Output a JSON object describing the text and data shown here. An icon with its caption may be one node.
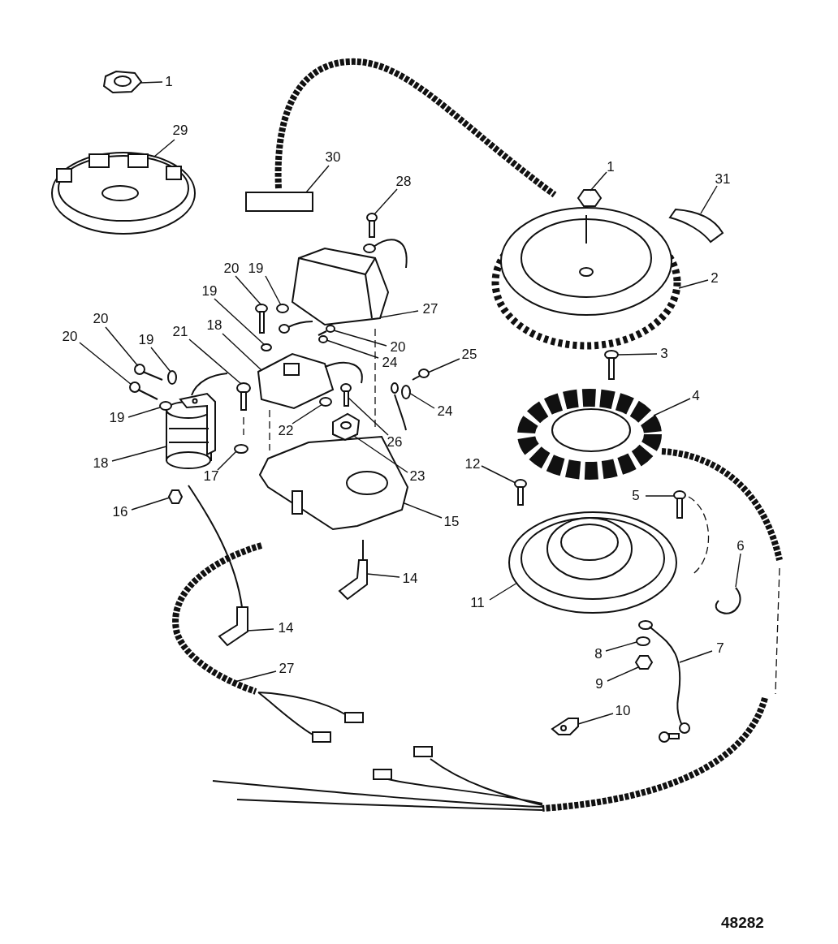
{
  "diagram": {
    "nodes": [
      {
        "text": [
          "1"
        ]
      },
      {
        "text": [
          "29"
        ]
      },
      {
        "text": [
          "30"
        ]
      },
      {
        "text": [
          "1"
        ]
      },
      {
        "text": [
          "31"
        ]
      },
      {
        "text": [
          "28"
        ]
      },
      {
        "text": [
          "20"
        ]
      },
      {
        "text": [
          "19"
        ]
      },
      {
        "text": [
          "2"
        ]
      },
      {
        "text": [
          "19"
        ]
      },
      {
        "text": [
          "27"
        ]
      },
      {
        "text": [
          "20"
        ]
      },
      {
        "text": [
          "18"
        ]
      },
      {
        "text": [
          "21"
        ]
      },
      {
        "text": [
          "20"
        ]
      },
      {
        "text": [
          "19"
        ]
      },
      {
        "text": [
          "20"
        ]
      },
      {
        "text": [
          "3"
        ]
      },
      {
        "text": [
          "25"
        ]
      },
      {
        "text": [
          "24"
        ]
      },
      {
        "text": [
          "4"
        ]
      },
      {
        "text": [
          "24"
        ]
      },
      {
        "text": [
          "19"
        ]
      },
      {
        "text": [
          "22"
        ]
      },
      {
        "text": [
          "26"
        ]
      },
      {
        "text": [
          "18"
        ]
      },
      {
        "text": [
          "12"
        ]
      },
      {
        "text": [
          "17"
        ]
      },
      {
        "text": [
          "23"
        ]
      },
      {
        "text": [
          "5"
        ]
      },
      {
        "text": [
          "16"
        ]
      },
      {
        "text": [
          "15"
        ]
      },
      {
        "text": [
          "6"
        ]
      },
      {
        "text": [
          "14"
        ]
      },
      {
        "text": [
          "11"
        ]
      },
      {
        "text": [
          "14"
        ]
      },
      {
        "text": [
          "8"
        ]
      },
      {
        "text": [
          "7"
        ]
      },
      {
        "text": [
          "27"
        ]
      },
      {
        "text": [
          "9"
        ]
      },
      {
        "text": [
          "10"
        ]
      },
      {
        "text": [],
        "shape": "picture"
      },
      {
        "text": [],
        "shape": "picture"
      },
      {
        "text": [],
        "shape": "box"
      },
      {
        "text": [],
        "shape": "hexagon"
      },
      {
        "text": [],
        "shape": "picture"
      },
      {
        "text": [],
        "shape": "picture"
      },
      {
        "text": [],
        "shape": "picture"
      },
      {
        "text": [],
        "shape": "circle"
      },
      {
        "text": [],
        "shape": "picture"
      },
      {
        "text": [],
        "shape": "circle"
      },
      {
        "text": [],
        "shape": "picture"
      },
      {
        "text": [],
        "shape": "picture"
      },
      {
        "text": [],
        "shape": "picture"
      },
      {
        "text": [],
        "shape": "picture"
      },
      {
        "text": [],
        "shape": "picture"
      },
      {
        "text": [],
        "shape": "circle"
      },
      {
        "text": [],
        "shape": "picture"
      },
      {
        "text": [],
        "shape": "picture"
      },
      {
        "text": [],
        "shape": "picture"
      },
      {
        "text": [],
        "shape": "circle"
      },
      {
        "text": [],
        "shape": "picture"
      },
      {
        "text": [],
        "shape": "circle"
      },
      {
        "text": [],
        "shape": "circle"
      },
      {
        "text": [],
        "shape": "circle"
      },
      {
        "text": [],
        "shape": "picture"
      },
      {
        "text": [],
        "shape": "picture"
      },
      {
        "text": [],
        "shape": "picture"
      },
      {
        "text": [],
        "shape": "circle"
      },
      {
        "text": [],
        "shape": "picture"
      },
      {
        "text": [],
        "shape": "picture"
      },
      {
        "text": [],
        "shape": "hexagon"
      },
      {
        "text": [],
        "shape": "picture"
      },
      {
        "text": [],
        "shape": "picture"
      },
      {
        "text": [],
        "shape": "picture"
      },
      {
        "text": [],
        "shape": "picture"
      },
      {
        "text": [],
        "shape": "picture"
      },
      {
        "text": [],
        "shape": "circle"
      },
      {
        "text": [],
        "shape": "picture"
      },
      {
        "text": [],
        "shape": "picture"
      },
      {
        "text": [],
        "shape": "hexagon"
      },
      {
        "text": [],
        "shape": "picture"
      }
    ],
    "edges": [
      {
        "from": 0,
        "to": 41,
        "arrow": "none"
      },
      {
        "from": 1,
        "to": 42,
        "arrow": "none"
      },
      {
        "from": 2,
        "to": 43,
        "arrow": "none"
      },
      {
        "from": 3,
        "to": 44,
        "arrow": "none"
      },
      {
        "from": 4,
        "to": 45,
        "arrow": "none"
      },
      {
        "from": 5,
        "to": 46,
        "arrow": "none"
      },
      {
        "from": 6,
        "to": 47,
        "arrow": "none"
      },
      {
        "from": 7,
        "to": 48,
        "arrow": "none"
      },
      {
        "from": 8,
        "to": 49,
        "arrow": "none"
      },
      {
        "from": 9,
        "to": 50,
        "arrow": "none"
      },
      {
        "from": 10,
        "to": 51,
        "arrow": "none"
      },
      {
        "from": 11,
        "to": 52,
        "arrow": "none"
      },
      {
        "from": 12,
        "to": 53,
        "arrow": "none"
      },
      {
        "from": 13,
        "to": 54,
        "arrow": "none"
      },
      {
        "from": 14,
        "to": 55,
        "arrow": "none"
      },
      {
        "from": 15,
        "to": 56,
        "arrow": "none"
      },
      {
        "from": 16,
        "to": 57,
        "arrow": "none"
      },
      {
        "from": 17,
        "to": 58,
        "arrow": "none"
      },
      {
        "from": 18,
        "to": 59,
        "arrow": "none"
      },
      {
        "from": 19,
        "to": 60,
        "arrow": "none"
      },
      {
        "from": 20,
        "to": 61,
        "arrow": "none"
      },
      {
        "from": 21,
        "to": 62,
        "arrow": "none"
      },
      {
        "from": 22,
        "to": 63,
        "arrow": "none"
      },
      {
        "from": 23,
        "to": 64,
        "arrow": "none"
      },
      {
        "from": 24,
        "to": 65,
        "arrow": "none"
      },
      {
        "from": 25,
        "to": 66,
        "arrow": "none"
      },
      {
        "from": 26,
        "to": 67,
        "arrow": "none"
      },
      {
        "from": 27,
        "to": 68,
        "arrow": "none"
      },
      {
        "from": 28,
        "to": 69,
        "arrow": "none"
      },
      {
        "from": 29,
        "to": 70,
        "arrow": "none"
      },
      {
        "from": 30,
        "to": 71,
        "arrow": "none"
      },
      {
        "from": 31,
        "to": 72,
        "arrow": "none"
      },
      {
        "from": 32,
        "to": 73,
        "arrow": "none"
      },
      {
        "from": 33,
        "to": 74,
        "arrow": "none"
      },
      {
        "from": 34,
        "to": 75,
        "arrow": "none"
      },
      {
        "from": 35,
        "to": 76,
        "arrow": "none"
      },
      {
        "from": 36,
        "to": 77,
        "arrow": "none"
      },
      {
        "from": 37,
        "to": 78,
        "arrow": "none"
      },
      {
        "from": 38,
        "to": 79,
        "arrow": "none"
      },
      {
        "from": 39,
        "to": 80,
        "arrow": "none"
      },
      {
        "from": 40,
        "to": 81,
        "arrow": "none"
      }
    ],
    "labels": [
      "48282"
    ]
  }
}
